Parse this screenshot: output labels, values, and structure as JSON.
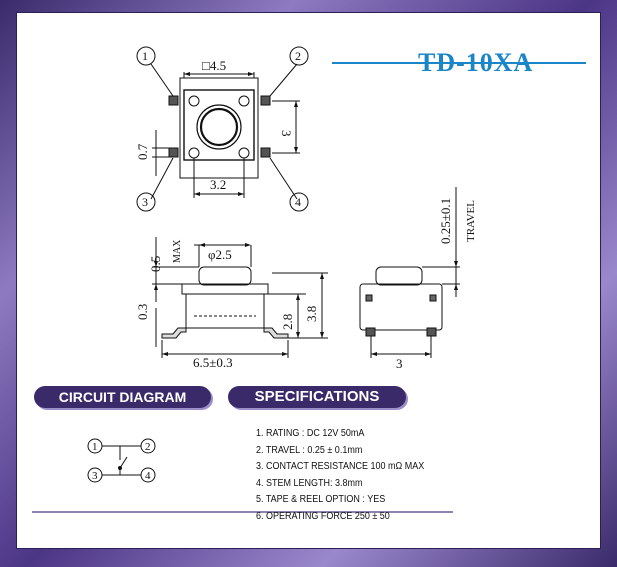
{
  "header": {
    "title": "TD-10XA"
  },
  "top_view": {
    "pins": [
      "1",
      "2",
      "3",
      "4"
    ],
    "dims": {
      "square": "□4.5",
      "pitch_v": "3",
      "pad": "0.7",
      "pitch_h": "3.2"
    }
  },
  "side_view": {
    "dims": {
      "stem_dia": "φ2.5",
      "max_height": "0.5",
      "max_label": "MAX",
      "base_thick": "0.3",
      "body_h": "2.8",
      "total_h": "3.8",
      "width": "6.5±0.3"
    }
  },
  "end_view": {
    "dims": {
      "travel": "0.25±0.1",
      "travel_label": "TRAVEL",
      "pitch": "3"
    }
  },
  "circuit": {
    "label": "CIRCUIT DIAGRAM",
    "pins": [
      "1",
      "2",
      "3",
      "4"
    ]
  },
  "specs": {
    "label": "SPECIFICATIONS",
    "items": [
      "1. RATING : DC 12V  50mA",
      "2. TRAVEL : 0.25 ± 0.1mm",
      "3. CONTACT RESISTANCE 100 mΩ MAX",
      "4. STEM LENGTH: 3.8mm",
      "5. TAPE & REEL OPTION : YES",
      "6. OPERATING FORCE 250 ± 50"
    ]
  },
  "colors": {
    "title": "#1a86c8",
    "pill": "#3b2a6a",
    "frame": "#5a3f8f",
    "rule": "#1a86c8"
  }
}
